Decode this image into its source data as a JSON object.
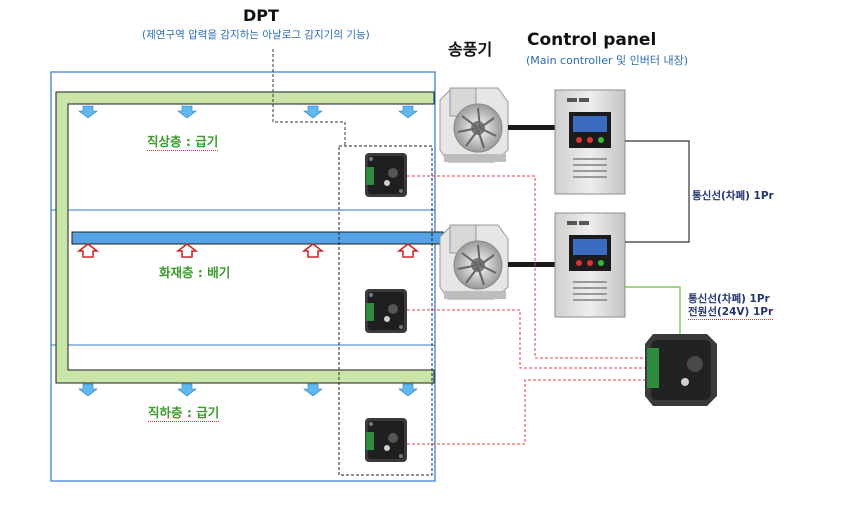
{
  "dpt": {
    "title": "DPT",
    "subtitle": "(제연구역 압력을 감지하는 아날로그 감지기의 기능)"
  },
  "fan": {
    "title": "송풍기"
  },
  "control_panel": {
    "title": "Control panel",
    "subtitle": "(Main controller 및 인버터 내장)"
  },
  "zones": {
    "upper": "직상층 : 급기",
    "fire": "화재층 :  배기",
    "lower": "직하층 : 급기"
  },
  "wiring": {
    "comm_line_top": "통신선(차폐) 1Pr",
    "comm_line_bottom": "통신선(차폐) 1Pr",
    "power_line": "전원선(24V) 1Pr"
  },
  "colors": {
    "building_outline": "#2b7bd0",
    "supply_duct": "#c9e6a8",
    "exhaust_duct": "#55a3e6",
    "supply_arrow": "#5fb8ee",
    "exhaust_arrow": "#cc2a2a",
    "signal_wire": "#e04040",
    "power_wire": "#6dbb3e",
    "comm_wire": "#333333"
  }
}
